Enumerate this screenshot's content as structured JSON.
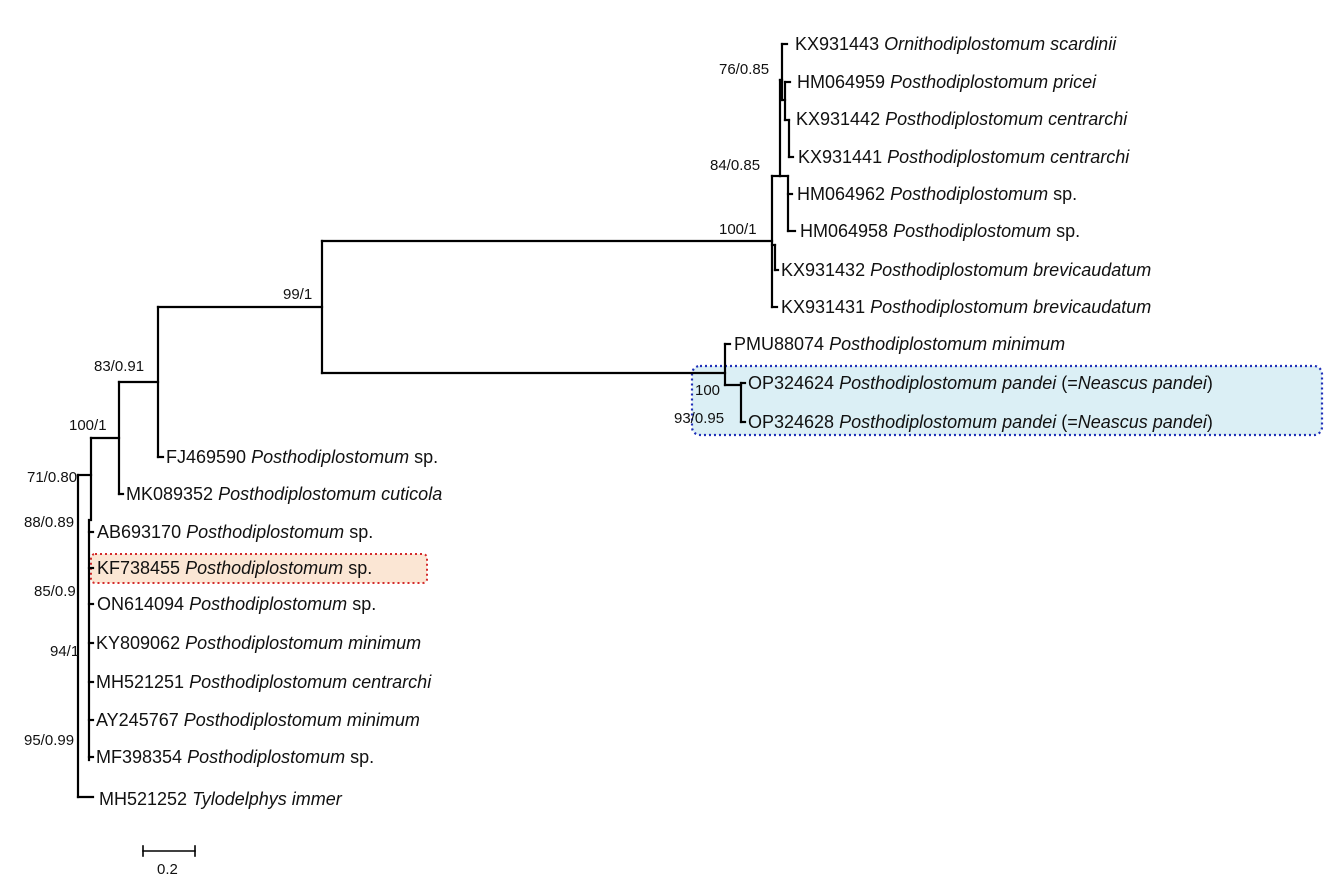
{
  "tips": [
    {
      "accession": "KX931443",
      "species": "Ornithodiplostomum scardinii",
      "suffix": ""
    },
    {
      "accession": "HM064959",
      "species": "Posthodiplostomum pricei",
      "suffix": ""
    },
    {
      "accession": "KX931442",
      "species": "Posthodiplostomum centrarchi",
      "suffix": ""
    },
    {
      "accession": "KX931441",
      "species": "Posthodiplostomum centrarchi",
      "suffix": ""
    },
    {
      "accession": "HM064962",
      "species": "Posthodiplostomum",
      "suffix": " sp."
    },
    {
      "accession": "HM064958",
      "species": "Posthodiplostomum",
      "suffix": " sp."
    },
    {
      "accession": "KX931432",
      "species": "Posthodiplostomum brevicaudatum",
      "suffix": ""
    },
    {
      "accession": "KX931431",
      "species": "Posthodiplostomum brevicaudatum",
      "suffix": ""
    },
    {
      "accession": "PMU88074",
      "species": "Posthodiplostomum minimum",
      "suffix": ""
    },
    {
      "accession": "OP324624",
      "species": "Posthodiplostomum pandei",
      "suffix": " (=",
      "species2": "Neascus pandei",
      "suffix2": ")"
    },
    {
      "accession": "OP324628",
      "species": "Posthodiplostomum pandei",
      "suffix": " (=",
      "species2": "Neascus pandei",
      "suffix2": ")"
    },
    {
      "accession": "FJ469590",
      "species": "Posthodiplostomum",
      "suffix": " sp."
    },
    {
      "accession": "MK089352",
      "species": "Posthodiplostomum cuticola",
      "suffix": ""
    },
    {
      "accession": "AB693170",
      "species": "Posthodiplostomum",
      "suffix": " sp."
    },
    {
      "accession": "KF738455",
      "species": "Posthodiplostomum",
      "suffix": " sp."
    },
    {
      "accession": "ON614094",
      "species": "Posthodiplostomum",
      "suffix": " sp."
    },
    {
      "accession": "KY809062",
      "species": "Posthodiplostomum minimum",
      "suffix": ""
    },
    {
      "accession": "MH521251",
      "species": "Posthodiplostomum centrarchi",
      "suffix": ""
    },
    {
      "accession": "AY245767",
      "species": "Posthodiplostomum minimum",
      "suffix": ""
    },
    {
      "accession": "MF398354",
      "species": "Posthodiplostomum",
      "suffix": " sp."
    },
    {
      "accession": "MH521252",
      "species": "Tylodelphys immer",
      "suffix": ""
    }
  ],
  "supports": [
    "76/0.85",
    "84/0.85",
    "100/1",
    "99/1",
    "83/0.91",
    "100/1",
    "71/0.80",
    "88/0.89",
    "85/0.9",
    "94/1",
    "95/0.99",
    "100",
    "93/0.95"
  ],
  "scale_bar": {
    "label": "0.2"
  },
  "highlight_colors": {
    "blue_fill": "#dbeff5",
    "blue_border": "#1f2fb8",
    "orange_fill": "#fbe6d4",
    "orange_border": "#d42a2a"
  }
}
